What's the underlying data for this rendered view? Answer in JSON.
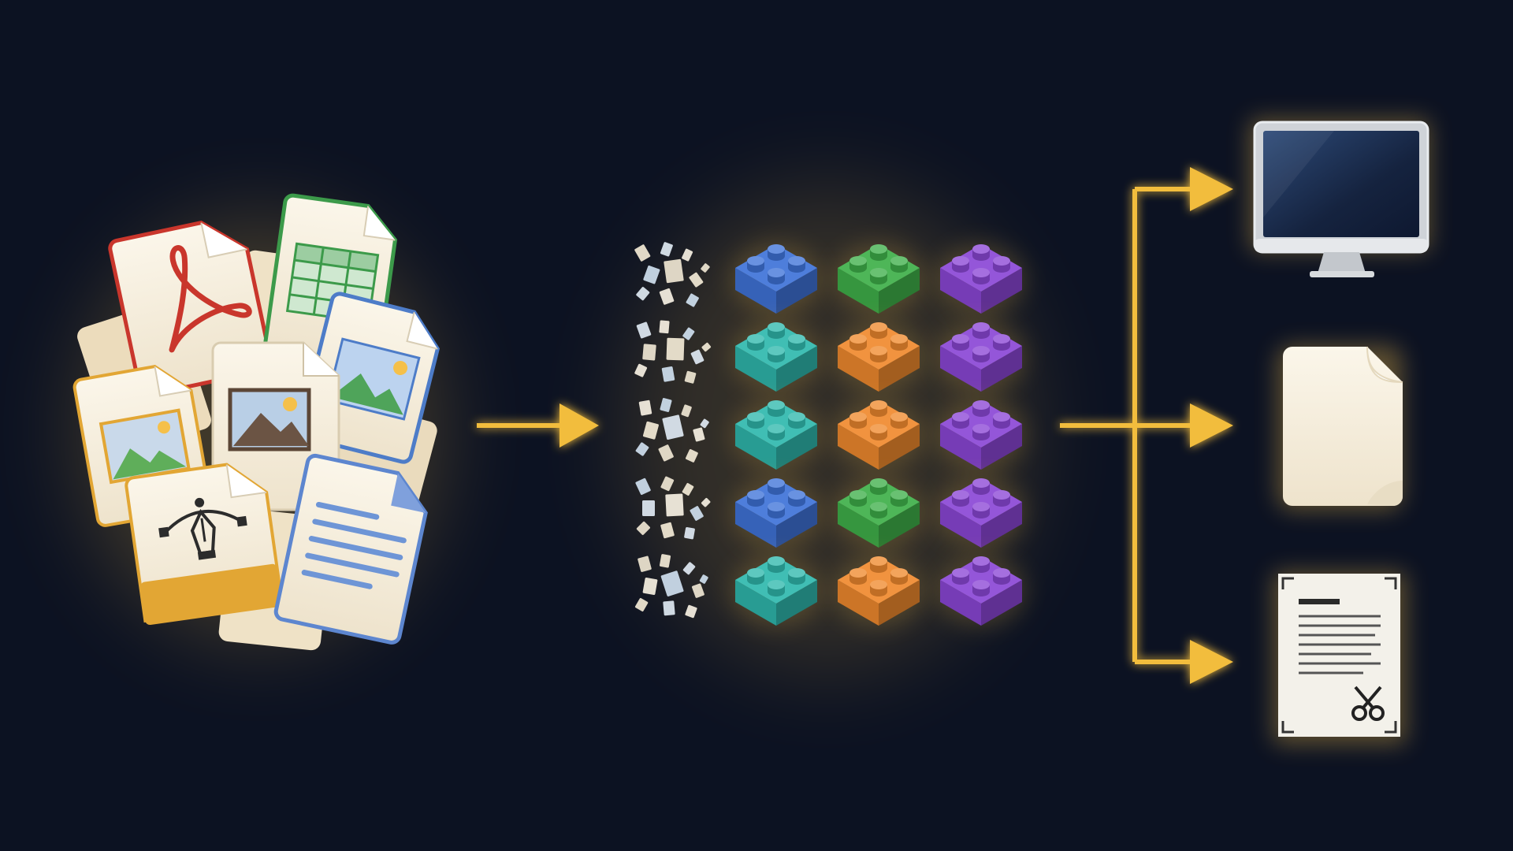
{
  "canvas": {
    "background": "#0c1222"
  },
  "colors": {
    "glow": "#f5c04a",
    "arrow": "#f2bd3e",
    "paper": "#f2e9d6",
    "paper_edge": "#d9ccb0",
    "pdf_red": "#c9362c",
    "sheet_green": "#3c9a4a",
    "image_blue": "#4d7cc8",
    "vector_gold": "#e2a634",
    "doc_blue": "#5d86cf",
    "brick_blue": "#3f73d8",
    "brick_teal": "#2fb8ad",
    "brick_green": "#3fb04a",
    "brick_orange": "#f08a2e",
    "brick_purple": "#8b47d6",
    "monitor_frame": "#cfd3d8",
    "monitor_screen": "#1b2e4f"
  },
  "diagram": {
    "source_files": [
      {
        "icon": "pdf-file-icon"
      },
      {
        "icon": "spreadsheet-file-icon"
      },
      {
        "icon": "image-file-icon"
      },
      {
        "icon": "image-file-icon"
      },
      {
        "icon": "image-file-icon"
      },
      {
        "icon": "vector-file-icon"
      },
      {
        "icon": "text-document-icon"
      }
    ],
    "block_rows": [
      {
        "fragments_icon": "fragments-icon",
        "bricks": [
          "brick_blue",
          "brick_green",
          "brick_purple"
        ]
      },
      {
        "fragments_icon": "spreadsheet-fragments-icon",
        "bricks": [
          "brick_teal",
          "brick_orange",
          "brick_purple"
        ]
      },
      {
        "fragments_icon": "pdf-fragments-icon",
        "bricks": [
          "brick_teal",
          "brick_orange",
          "brick_purple"
        ]
      },
      {
        "fragments_icon": "fragments-icon",
        "bricks": [
          "brick_blue",
          "brick_green",
          "brick_purple"
        ]
      },
      {
        "fragments_icon": "fragments-icon",
        "bricks": [
          "brick_teal",
          "brick_orange",
          "brick_purple"
        ]
      }
    ],
    "outputs": [
      {
        "icon": "monitor-icon"
      },
      {
        "icon": "blank-document-icon"
      },
      {
        "icon": "print-cut-sheet-icon"
      }
    ]
  }
}
